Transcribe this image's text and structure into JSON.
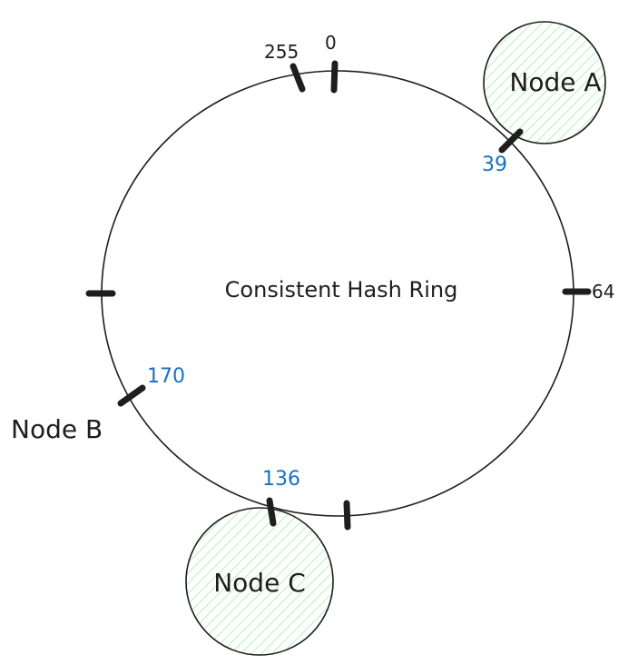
{
  "diagram": {
    "title": "Consistent Hash Ring",
    "ring_ticks": {
      "top_left": "255",
      "top_right": "0",
      "right": "64"
    },
    "nodes": [
      {
        "id": "a",
        "name": "Node A",
        "position": "39"
      },
      {
        "id": "b",
        "name": "Node B",
        "position": "170"
      },
      {
        "id": "c",
        "name": "Node C",
        "position": "136"
      }
    ],
    "colors": {
      "stroke": "#1e1e1e",
      "position_label": "#1971c2",
      "node_hatch": "#b2f2bb"
    }
  }
}
